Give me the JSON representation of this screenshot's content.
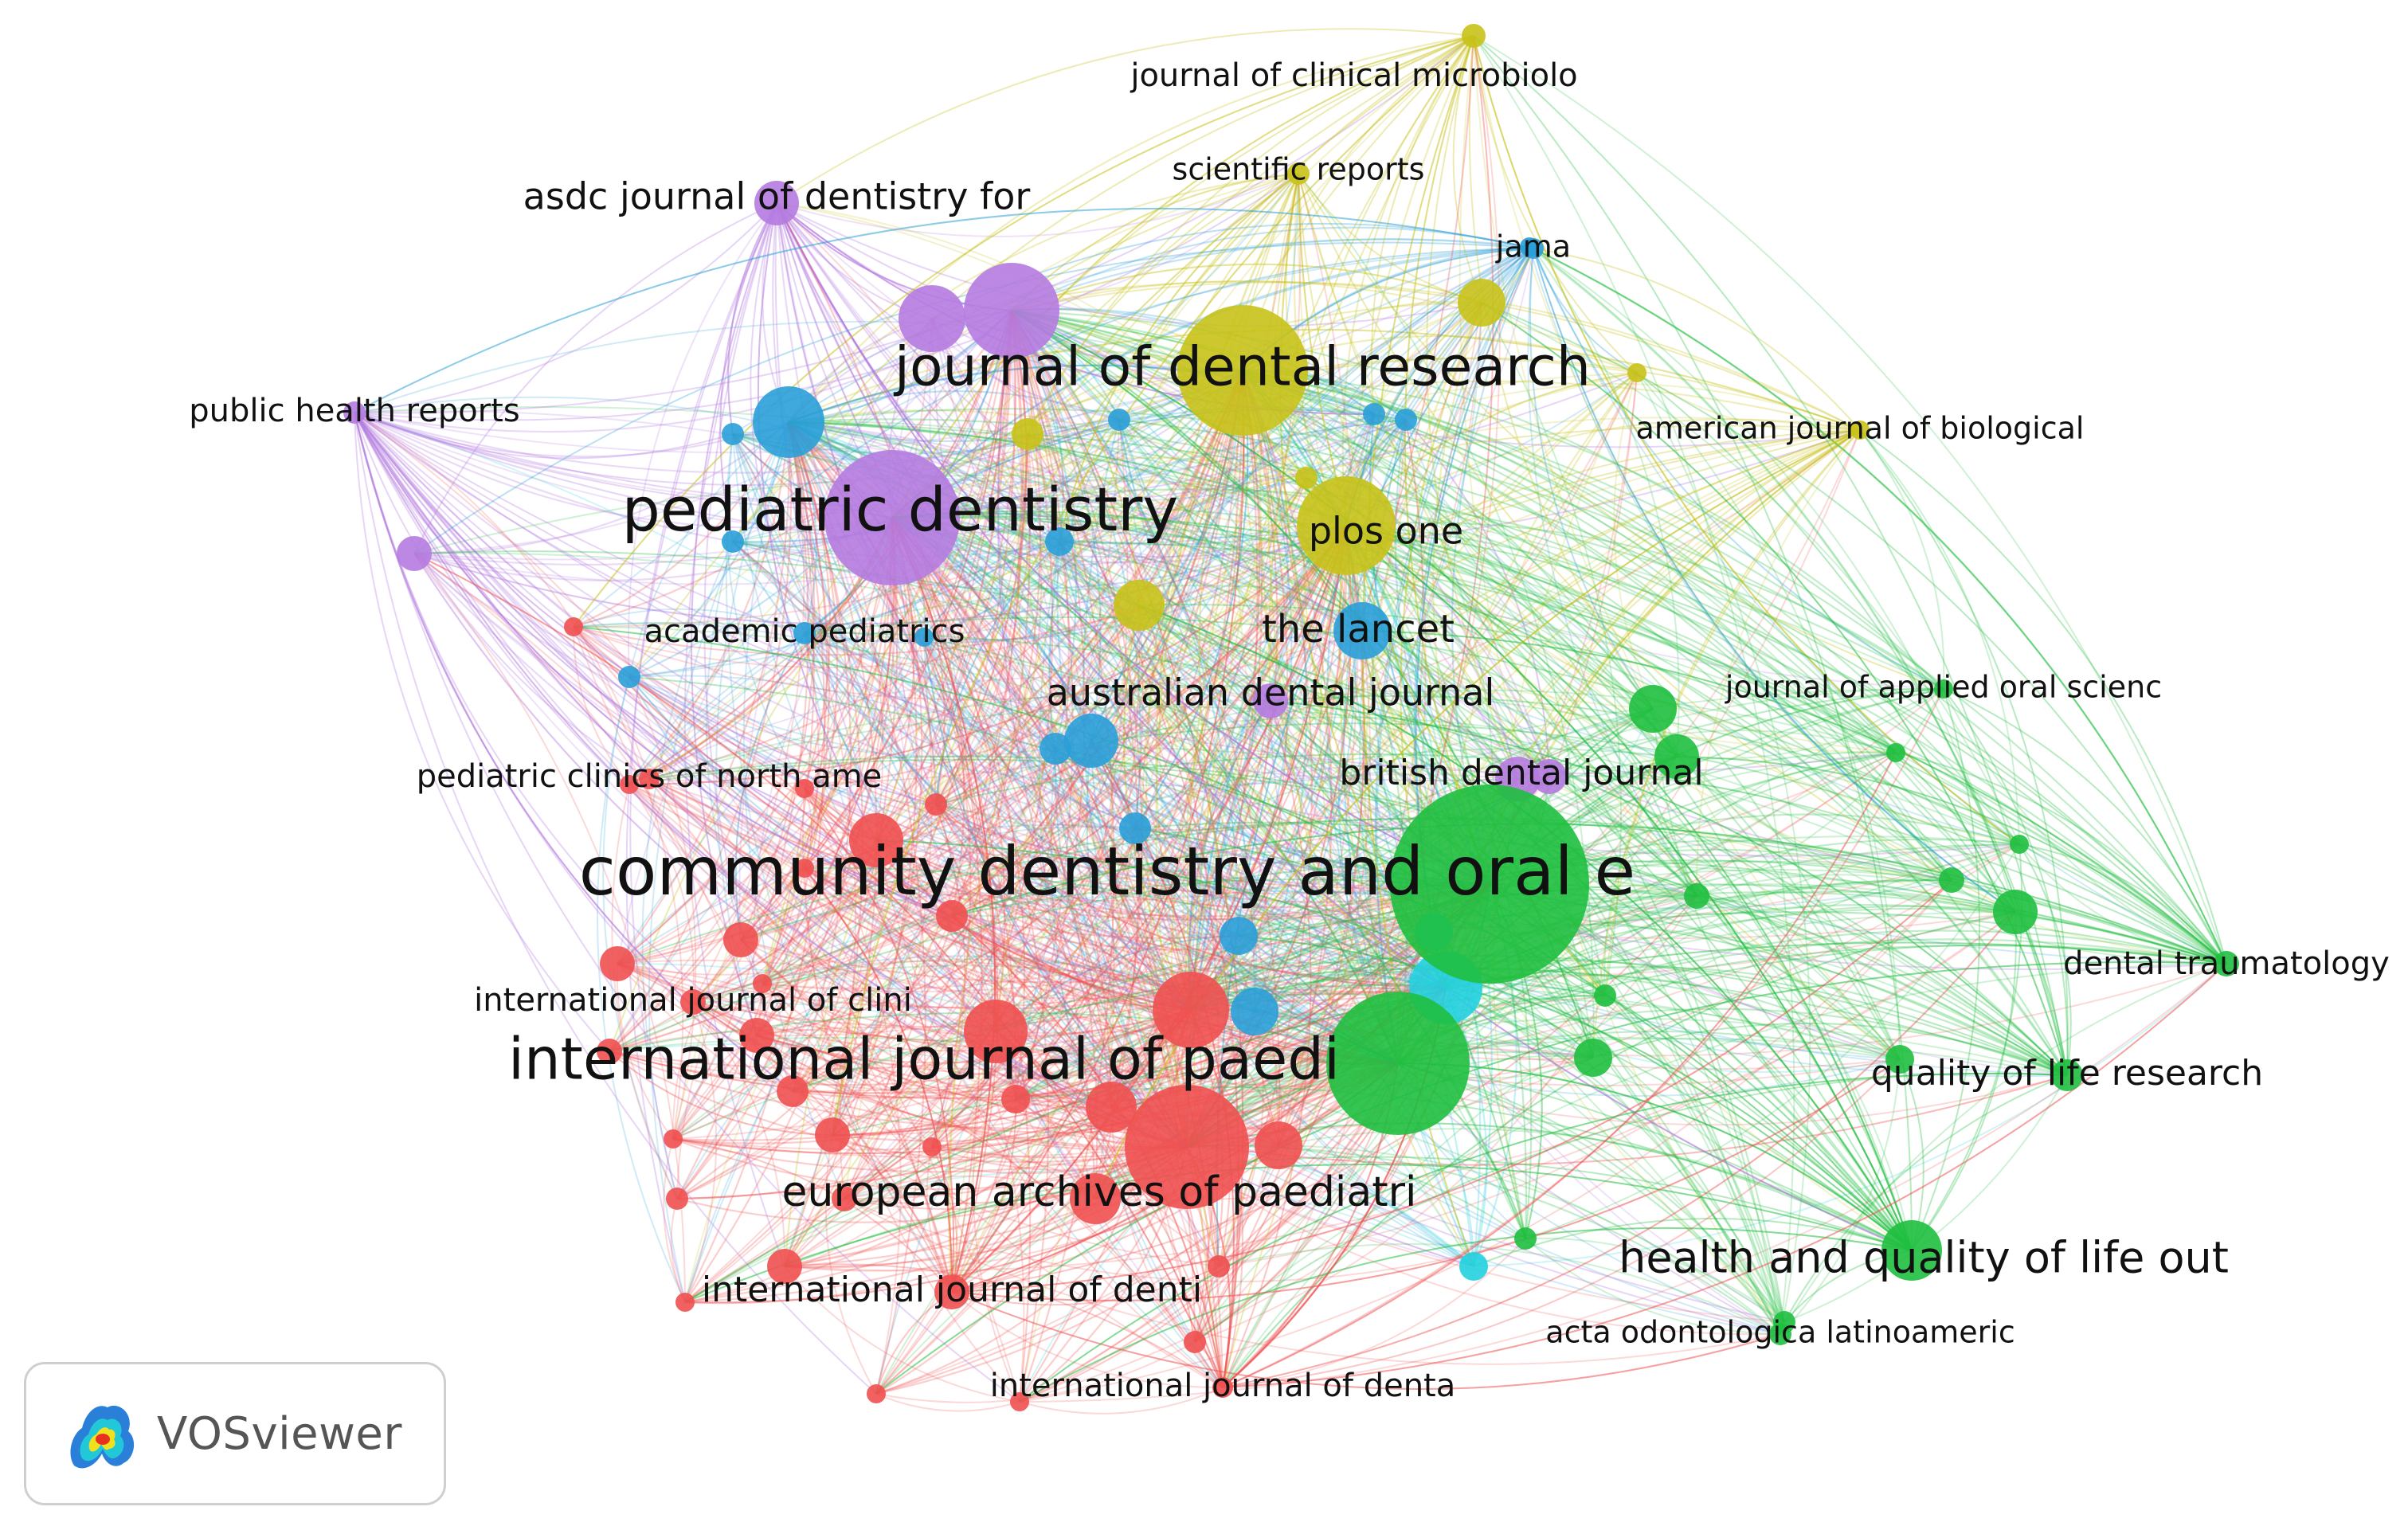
{
  "colors": {
    "red": "#f05050",
    "green": "#1fbf3f",
    "blue": "#2a9fd8",
    "yellow": "#c8c21a",
    "purple": "#b57be0",
    "cyan": "#22d0e0"
  },
  "watermark": {
    "label": "VOSviewer",
    "logo": "vosviewer-logo-icon"
  },
  "diagram": {
    "nodes": [
      {
        "id": "cdoe",
        "label": "community dentistry and oral e",
        "cluster": "green",
        "size": "xl"
      },
      {
        "id": "ijpd",
        "label": "international journal of paedi",
        "cluster": "green",
        "size": "l"
      },
      {
        "id": "pd",
        "label": "pediatric dentistry",
        "cluster": "purple",
        "size": "l"
      },
      {
        "id": "jdr",
        "label": "journal of dental research",
        "cluster": "yellow",
        "size": "l"
      },
      {
        "id": "plos",
        "label": "plos one",
        "cluster": "yellow",
        "size": "m"
      },
      {
        "id": "eapd",
        "label": "european archives of paediatri",
        "cluster": "red",
        "size": "m"
      },
      {
        "id": "hqlo",
        "label": "health and quality of life out",
        "cluster": "green",
        "size": "m"
      },
      {
        "id": "lancet",
        "label": "the lancet",
        "cluster": "blue",
        "size": "s"
      },
      {
        "id": "adj",
        "label": "australian dental journal",
        "cluster": "purple",
        "size": "s"
      },
      {
        "id": "bdj",
        "label": "british dental journal",
        "cluster": "purple",
        "size": "s"
      },
      {
        "id": "asdc",
        "label": "asdc journal of dentistry for",
        "cluster": "purple",
        "size": "s"
      },
      {
        "id": "phr",
        "label": "public health reports",
        "cluster": "purple",
        "size": "xs"
      },
      {
        "id": "jcm",
        "label": "journal of clinical microbiolo",
        "cluster": "yellow",
        "size": "xs"
      },
      {
        "id": "sr",
        "label": "scientific reports",
        "cluster": "yellow",
        "size": "xs"
      },
      {
        "id": "jama",
        "label": "jama",
        "cluster": "blue",
        "size": "xs"
      },
      {
        "id": "ajb",
        "label": "american journal of biological",
        "cluster": "yellow",
        "size": "xs"
      },
      {
        "id": "acped",
        "label": "academic pediatrics",
        "cluster": "blue",
        "size": "xs"
      },
      {
        "id": "jaos",
        "label": "journal of applied oral scienc",
        "cluster": "green",
        "size": "xs"
      },
      {
        "id": "pcna",
        "label": "pediatric clinics of north ame",
        "cluster": "red",
        "size": "xs"
      },
      {
        "id": "dt",
        "label": "dental traumatology",
        "cluster": "green",
        "size": "xs"
      },
      {
        "id": "ijclin",
        "label": "international journal of clini",
        "cluster": "red",
        "size": "xs"
      },
      {
        "id": "qolr",
        "label": "quality of life research",
        "cluster": "green",
        "size": "xs"
      },
      {
        "id": "ijdenti",
        "label": "international journal of denti",
        "cluster": "red",
        "size": "s"
      },
      {
        "id": "aola",
        "label": "acta odontologica latinoameric",
        "cluster": "green",
        "size": "xs"
      },
      {
        "id": "ijdenta",
        "label": "international journal of denta",
        "cluster": "red",
        "size": "xs"
      }
    ]
  }
}
